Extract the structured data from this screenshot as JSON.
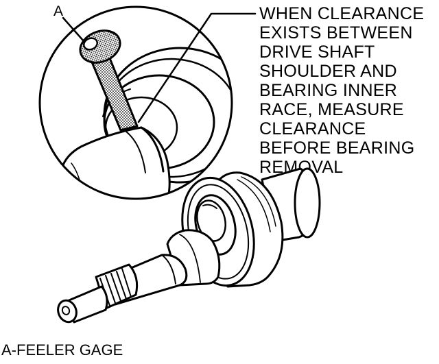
{
  "callout": {
    "letter": "A"
  },
  "note": {
    "lines": [
      "WHEN CLEARANCE",
      "EXISTS BETWEEN",
      "DRIVE SHAFT",
      "SHOULDER AND",
      "BEARING INNER",
      "RACE, MEASURE",
      "CLEARANCE",
      "BEFORE BEARING",
      "REMOVAL"
    ]
  },
  "caption": {
    "text": "A-FEELER GAGE"
  },
  "colors": {
    "ink": "#000000",
    "paper": "#ffffff"
  }
}
